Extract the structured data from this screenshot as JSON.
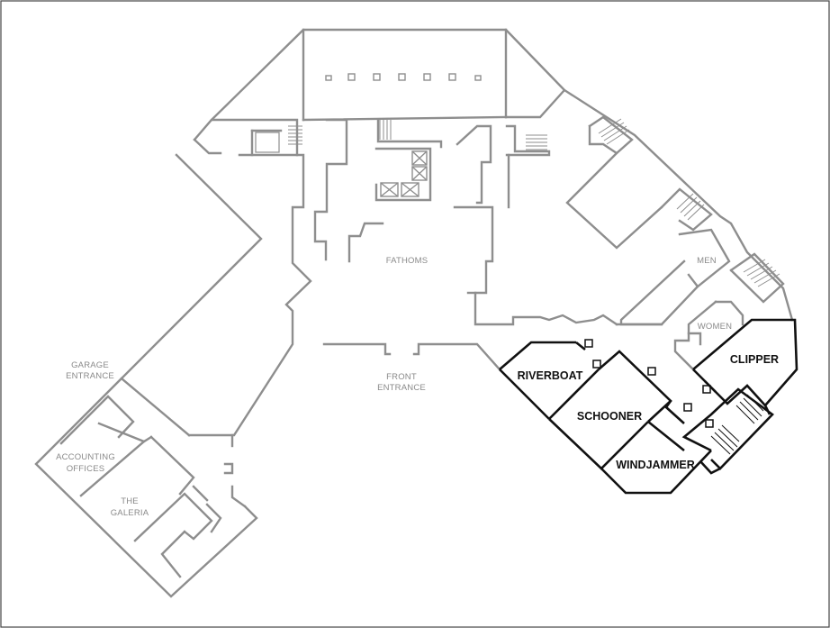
{
  "rooms": {
    "fathoms": "FATHOMS",
    "front_entrance": [
      "FRONT",
      "ENTRANCE"
    ],
    "garage_entrance": [
      "GARAGE",
      "ENTRANCE"
    ],
    "accounting_offices": [
      "ACCOUNTING",
      "OFFICES"
    ],
    "the_galeria": [
      "THE",
      "GALERIA"
    ],
    "men": "MEN",
    "women": "WOMEN",
    "riverboat": "RIVERBOAT",
    "schooner": "SCHOONER",
    "windjammer": "WINDJAMMER",
    "clipper": "CLIPPER"
  },
  "colors": {
    "wall": "#8e8e8e",
    "highlight": "#111111",
    "label": "#8a8a8a",
    "background": "#ffffff"
  }
}
